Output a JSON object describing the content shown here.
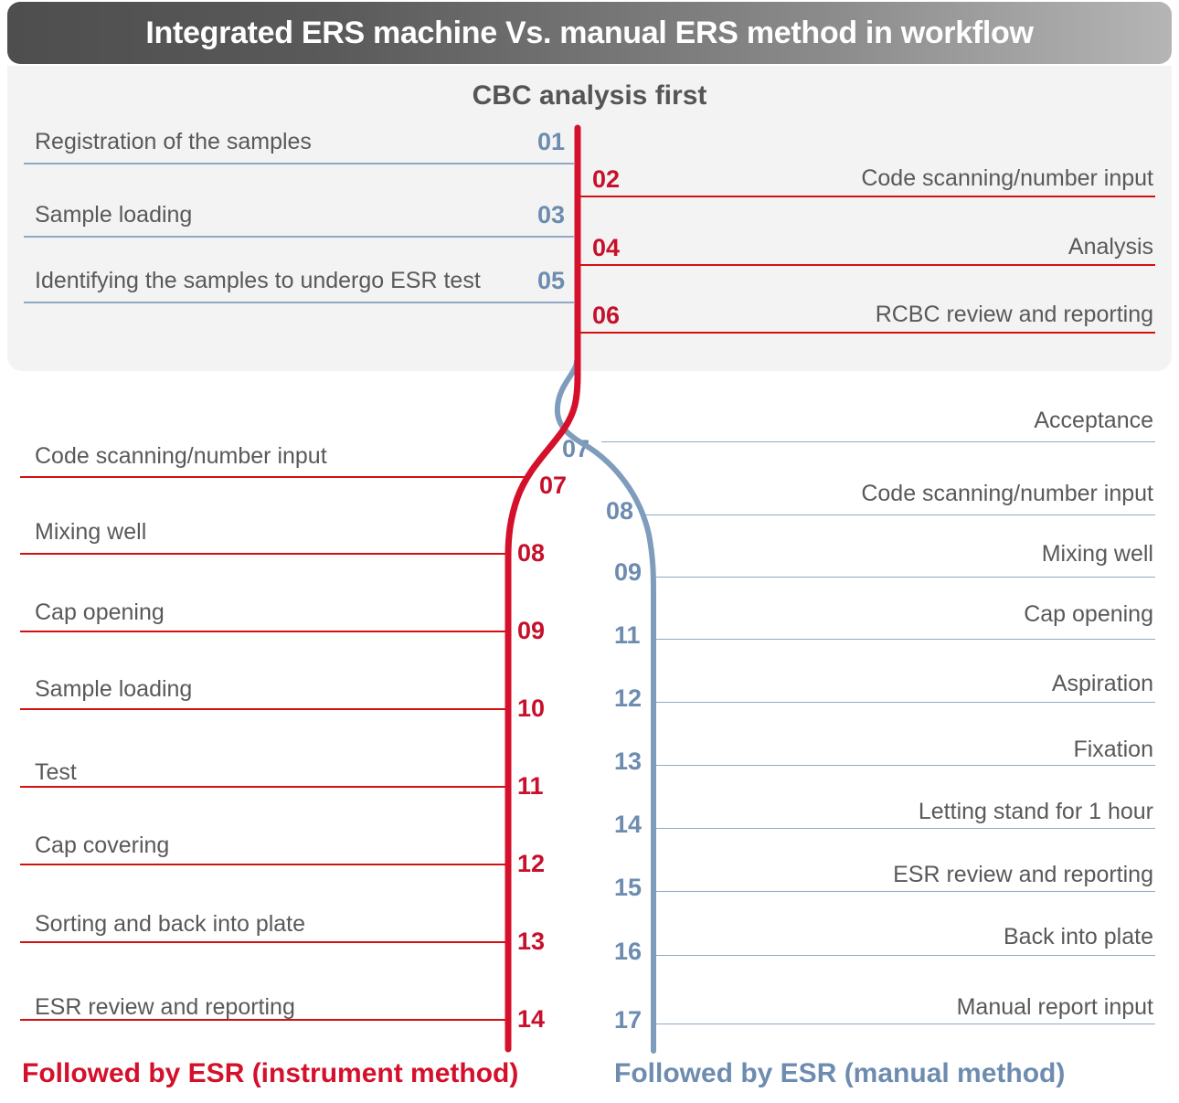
{
  "header": {
    "title": "Integrated ERS machine Vs. manual ERS method in workflow"
  },
  "top_section": {
    "subtitle": "CBC analysis first",
    "left_items": [
      {
        "num": "01",
        "label": "Registration of the samples"
      },
      {
        "num": "03",
        "label": "Sample loading"
      },
      {
        "num": "05",
        "label": "Identifying the samples to undergo ESR test"
      }
    ],
    "right_items": [
      {
        "num": "02",
        "label": "Code scanning/number input"
      },
      {
        "num": "04",
        "label": "Analysis"
      },
      {
        "num": "06",
        "label": "RCBC review and reporting"
      }
    ]
  },
  "bottom_section": {
    "left_branch": {
      "footer_label": "Followed by ESR (instrument method)",
      "color": "#d4102b",
      "items": [
        {
          "num": "07",
          "label": "Code scanning/number input"
        },
        {
          "num": "08",
          "label": "Mixing well"
        },
        {
          "num": "09",
          "label": "Cap opening"
        },
        {
          "num": "10",
          "label": "Sample loading"
        },
        {
          "num": "11",
          "label": "Test"
        },
        {
          "num": "12",
          "label": "Cap covering"
        },
        {
          "num": "13",
          "label": "Sorting and back into plate"
        },
        {
          "num": "14",
          "label": "ESR review and reporting"
        }
      ]
    },
    "right_branch": {
      "footer_label": "Followed by ESR (manual method)",
      "color": "#6d8cb0",
      "items": [
        {
          "num": "07",
          "label": "Acceptance"
        },
        {
          "num": "08",
          "label": "Code scanning/number input"
        },
        {
          "num": "09",
          "label": "Mixing well"
        },
        {
          "num": "11",
          "label": "Cap opening"
        },
        {
          "num": "12",
          "label": "Aspiration"
        },
        {
          "num": "13",
          "label": "Fixation"
        },
        {
          "num": "14",
          "label": "Letting stand for 1 hour"
        },
        {
          "num": "15",
          "label": "ESR review and reporting"
        },
        {
          "num": "16",
          "label": "Back into plate"
        },
        {
          "num": "17",
          "label": "Manual report input"
        }
      ]
    }
  },
  "colors": {
    "red": "#d4102b",
    "blue": "#6d8cb0",
    "rule_blue": "#8fa9c4",
    "rule_red": "#d31010",
    "text_gray": "#595959",
    "panel_bg": "#f3f3f3",
    "header_dark": "#4e4e4e",
    "header_light": "#b5b5b5"
  }
}
